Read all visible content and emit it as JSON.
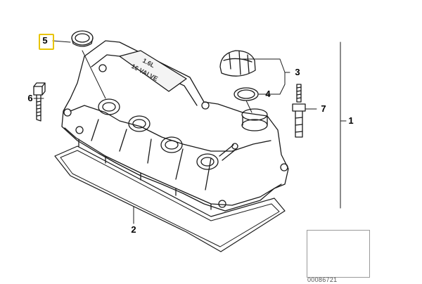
{
  "labels": {
    "part_1": "1",
    "part_2": "2",
    "part_3": "3",
    "part_4": "4",
    "part_5": "5",
    "part_6": "6",
    "part_7": "7"
  },
  "cover_emblem": {
    "line1": "1.6L",
    "line2": "16 VALVE"
  },
  "diagram_ref": "00086721",
  "colors": {
    "highlight": "#e8c400",
    "line": "#1a1a1a",
    "fill": "#ffffff"
  }
}
